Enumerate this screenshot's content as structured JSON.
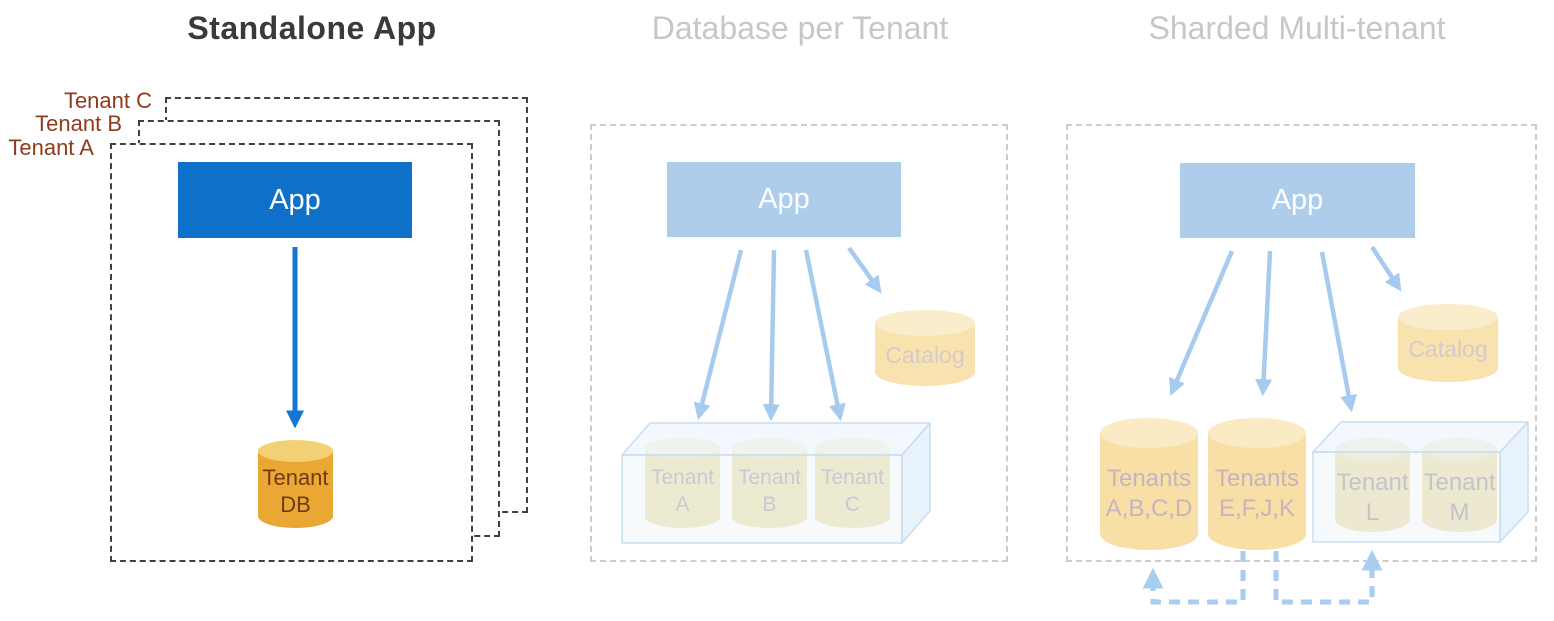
{
  "panels": [
    {
      "title": "Standalone App",
      "tenant_frames": [
        {
          "label": "Tenant C"
        },
        {
          "label": "Tenant B"
        },
        {
          "label": "Tenant A"
        }
      ],
      "app_label": "App",
      "database": {
        "line1": "Tenant",
        "line2": "DB"
      }
    },
    {
      "title": "Database per Tenant",
      "app_label": "App",
      "catalog_label": "Catalog",
      "databases": [
        {
          "line1": "Tenant",
          "line2": "A"
        },
        {
          "line1": "Tenant",
          "line2": "B"
        },
        {
          "line1": "Tenant",
          "line2": "C"
        }
      ]
    },
    {
      "title": "Sharded Multi-tenant",
      "app_label": "App",
      "catalog_label": "Catalog",
      "databases": [
        {
          "line1": "Tenants",
          "line2": "A,B,C,D"
        },
        {
          "line1": "Tenants",
          "line2": "E,F,J,K"
        },
        {
          "line1": "Tenant",
          "line2": "L"
        },
        {
          "line1": "Tenant",
          "line2": "M"
        }
      ]
    }
  ],
  "colors": {
    "app_blue": "#0E70C8",
    "arrow_blue": "#1277D4",
    "app_light_blue": "#AECDEB",
    "arrow_light_blue": "#A6CBEE",
    "gold_db_body": "#EBA733",
    "gold_db_top": "#F4D074",
    "pale_db_body": "#EFE3B5",
    "catalog_db_body": "#F8E3AE",
    "shard_db_body": "#F8DFA5",
    "tenant_label_brown": "#8E3B1E",
    "muted_title_gray": "#C7C7C7",
    "frame_dark_dash": "#404040",
    "frame_gray_dash": "#CDCDCD"
  }
}
